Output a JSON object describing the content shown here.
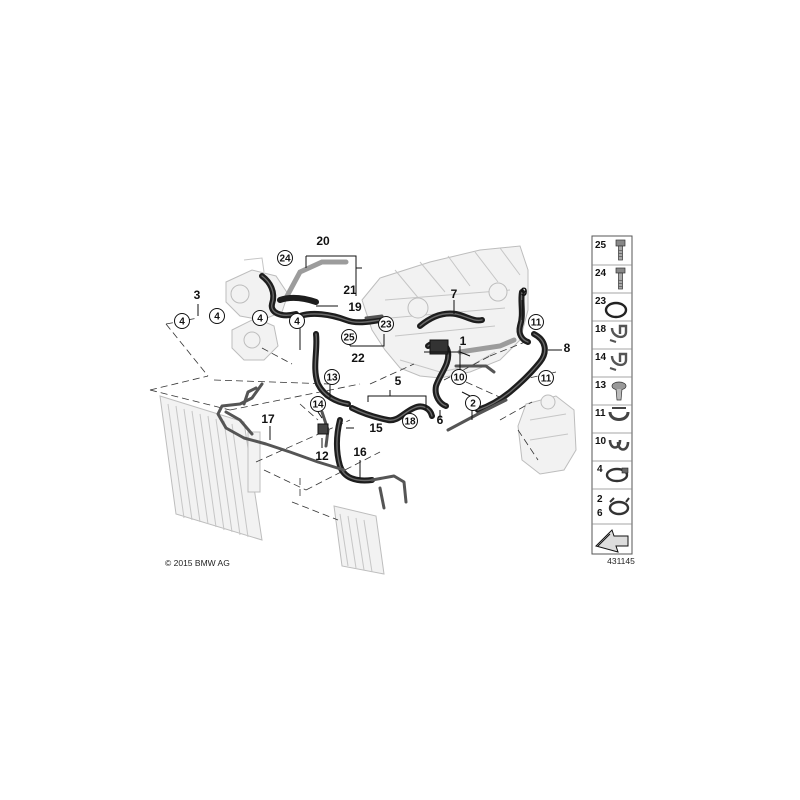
{
  "diagram": {
    "copyright": "© 2015 BMW AG",
    "image_number": "431145",
    "callouts": {
      "n20": "20",
      "n24": "24",
      "n21": "21",
      "n19": "19",
      "n3": "3",
      "n4a": "4",
      "n4b": "4",
      "n4c": "4",
      "n4d": "4",
      "n25": "25",
      "n23": "23",
      "n22": "22",
      "n7": "7",
      "n1": "1",
      "n9": "9",
      "n11a": "11",
      "n11b": "11",
      "n8": "8",
      "n13": "13",
      "n10": "10",
      "n5": "5",
      "n2": "2",
      "n14": "14",
      "n18": "18",
      "n6": "6",
      "n17": "17",
      "n15": "15",
      "n12": "12",
      "n16": "16"
    },
    "parts_legend": [
      {
        "number": "25",
        "icon": "bolt-icon"
      },
      {
        "number": "24",
        "icon": "stud-bolt-icon"
      },
      {
        "number": "23",
        "icon": "o-ring-icon"
      },
      {
        "number": "18",
        "icon": "hose-clip-icon"
      },
      {
        "number": "14",
        "icon": "hose-clip-icon"
      },
      {
        "number": "13",
        "icon": "expanding-rivet-icon"
      },
      {
        "number": "11",
        "icon": "holder-icon"
      },
      {
        "number": "10",
        "icon": "double-clip-icon"
      },
      {
        "number": "4",
        "icon": "hose-clamp-icon"
      },
      {
        "number": "2",
        "number2": "6",
        "icon": "spring-band-clamp-icon"
      },
      {
        "number": "",
        "icon": "arrow-pointer-icon"
      }
    ]
  }
}
